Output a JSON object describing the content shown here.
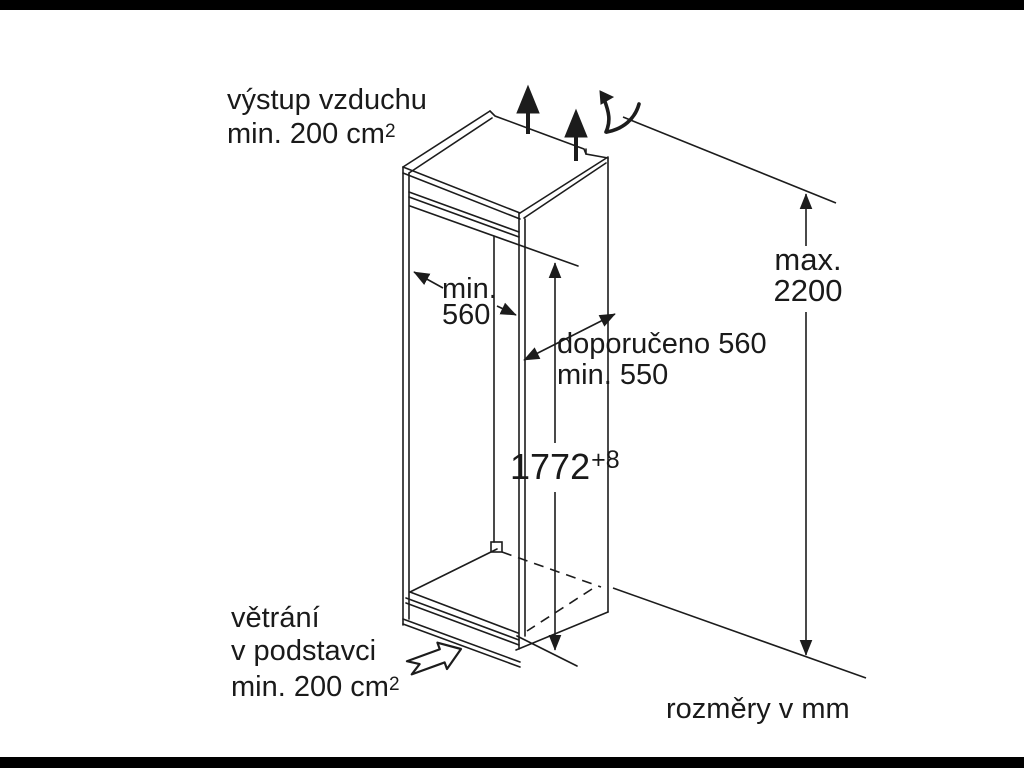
{
  "colors": {
    "line": "#1c1c1c",
    "background": "#ffffff",
    "letterbox": "#000000"
  },
  "diagram": {
    "type": "appliance-installation-dimension-drawing",
    "units_note": "rozměry v mm",
    "labels": {
      "air_outlet": {
        "line1": "výstup vzduchu",
        "line2_base": "min. 200 cm",
        "line2_sup": "2"
      },
      "niche_depth_min": {
        "line1": "min.",
        "line2": "560"
      },
      "clearance_recommended": {
        "line1": "doporučeno 560",
        "line2": "min. 550"
      },
      "niche_height": {
        "value": "1772",
        "tolerance_sup": "+8"
      },
      "overall_height_max": {
        "line1": "max.",
        "line2": "2200"
      },
      "base_vent": {
        "line1": "větrání",
        "line2": "v podstavci",
        "line3_base": "min. 200 cm",
        "line3_sup": "2"
      }
    }
  }
}
